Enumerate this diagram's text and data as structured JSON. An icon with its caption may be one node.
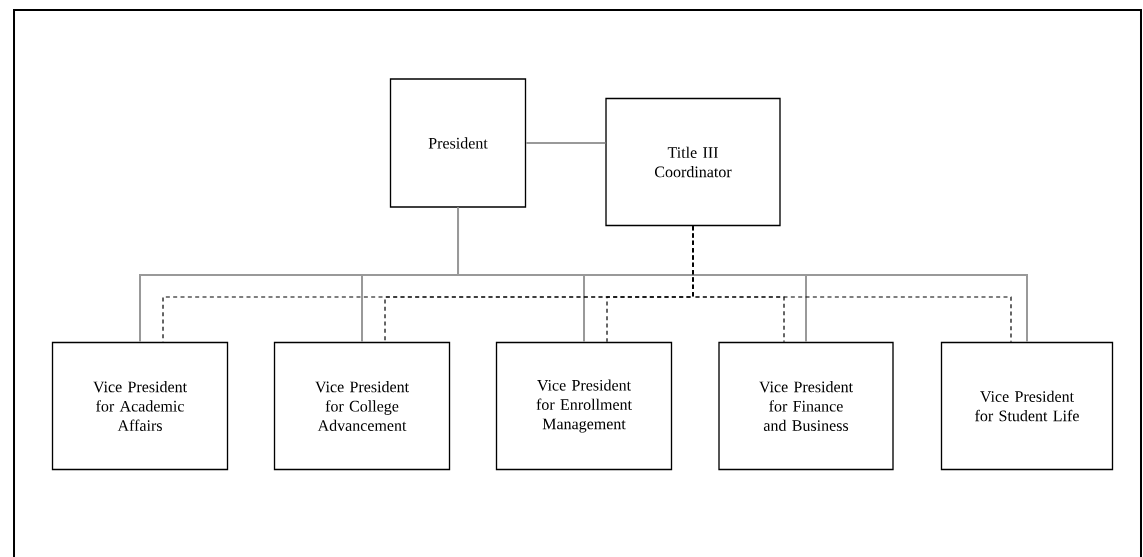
{
  "diagram": {
    "nodes": [
      {
        "text": [
          "President"
        ]
      },
      {
        "text": [
          "Title III Coordinator"
        ]
      },
      {
        "text": [
          "Vice President for Academic Affairs"
        ]
      },
      {
        "text": [
          "Vice President for College Advancement"
        ]
      },
      {
        "text": [
          "Vice President for Enrollment Management"
        ]
      },
      {
        "text": [
          "Vice President for Finance and Business"
        ]
      },
      {
        "text": [
          "Vice President for Student Life"
        ]
      }
    ],
    "edges": [
      {
        "from": 0,
        "to": 1,
        "arrow": "none"
      },
      {
        "from": 0,
        "to": 2,
        "arrow": "none"
      },
      {
        "from": 0,
        "to": 3,
        "arrow": "none"
      },
      {
        "from": 0,
        "to": 4,
        "arrow": "none"
      },
      {
        "from": 0,
        "to": 5,
        "arrow": "none"
      },
      {
        "from": 0,
        "to": 6,
        "arrow": "none"
      },
      {
        "from": 1,
        "to": 2,
        "arrow": "none",
        "style": "dashed",
        "color": "#000000"
      },
      {
        "from": 1,
        "to": 3,
        "arrow": "none",
        "style": "dashed",
        "color": "#000000"
      },
      {
        "from": 1,
        "to": 4,
        "arrow": "none",
        "style": "dashed",
        "color": "#000000"
      },
      {
        "from": 1,
        "to": 5,
        "arrow": "none",
        "style": "dashed",
        "color": "#000000"
      },
      {
        "from": 1,
        "to": 6,
        "arrow": "none",
        "style": "dashed",
        "color": "#000000"
      }
    ]
  }
}
